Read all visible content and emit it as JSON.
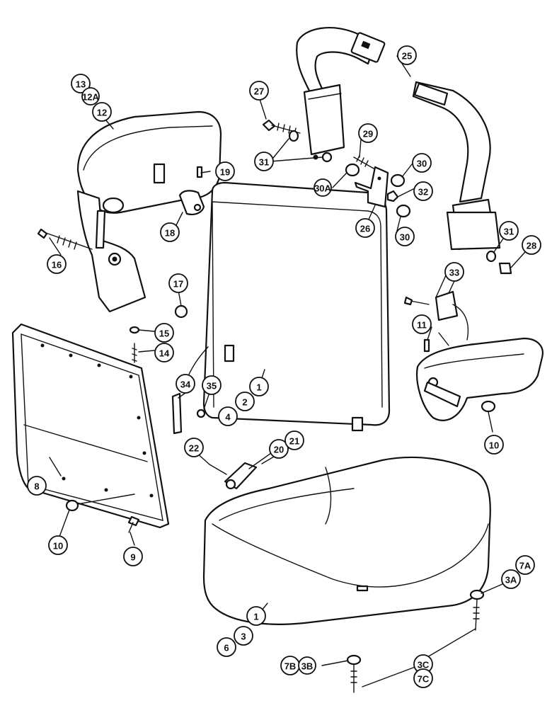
{
  "callouts": [
    {
      "id": "c13",
      "label": "13"
    },
    {
      "id": "c12a",
      "label": "12A"
    },
    {
      "id": "c12",
      "label": "12"
    },
    {
      "id": "c27",
      "label": "27"
    },
    {
      "id": "c25",
      "label": "25"
    },
    {
      "id": "c29",
      "label": "29"
    },
    {
      "id": "c31a",
      "label": "31"
    },
    {
      "id": "c30a",
      "label": "30A"
    },
    {
      "id": "c30b",
      "label": "30"
    },
    {
      "id": "c32",
      "label": "32"
    },
    {
      "id": "c26",
      "label": "26"
    },
    {
      "id": "c30c",
      "label": "30"
    },
    {
      "id": "c19",
      "label": "19"
    },
    {
      "id": "c18",
      "label": "18"
    },
    {
      "id": "c16",
      "label": "16"
    },
    {
      "id": "c17",
      "label": "17"
    },
    {
      "id": "c15",
      "label": "15"
    },
    {
      "id": "c14",
      "label": "14"
    },
    {
      "id": "c31b",
      "label": "31"
    },
    {
      "id": "c28",
      "label": "28"
    },
    {
      "id": "c33",
      "label": "33"
    },
    {
      "id": "c11",
      "label": "11"
    },
    {
      "id": "c34",
      "label": "34"
    },
    {
      "id": "c35",
      "label": "35"
    },
    {
      "id": "c1a",
      "label": "1"
    },
    {
      "id": "c2",
      "label": "2"
    },
    {
      "id": "c4",
      "label": "4"
    },
    {
      "id": "c10a",
      "label": "10"
    },
    {
      "id": "c8",
      "label": "8"
    },
    {
      "id": "c22",
      "label": "22"
    },
    {
      "id": "c20",
      "label": "20"
    },
    {
      "id": "c21",
      "label": "21"
    },
    {
      "id": "c10b",
      "label": "10"
    },
    {
      "id": "c9",
      "label": "9"
    },
    {
      "id": "c7a",
      "label": "7A"
    },
    {
      "id": "c3a",
      "label": "3A"
    },
    {
      "id": "c1b",
      "label": "1"
    },
    {
      "id": "c3",
      "label": "3"
    },
    {
      "id": "c6",
      "label": "6"
    },
    {
      "id": "c7b",
      "label": "7B"
    },
    {
      "id": "c3b",
      "label": "3B"
    },
    {
      "id": "c3c",
      "label": "3C"
    },
    {
      "id": "c7c",
      "label": "7C"
    }
  ]
}
